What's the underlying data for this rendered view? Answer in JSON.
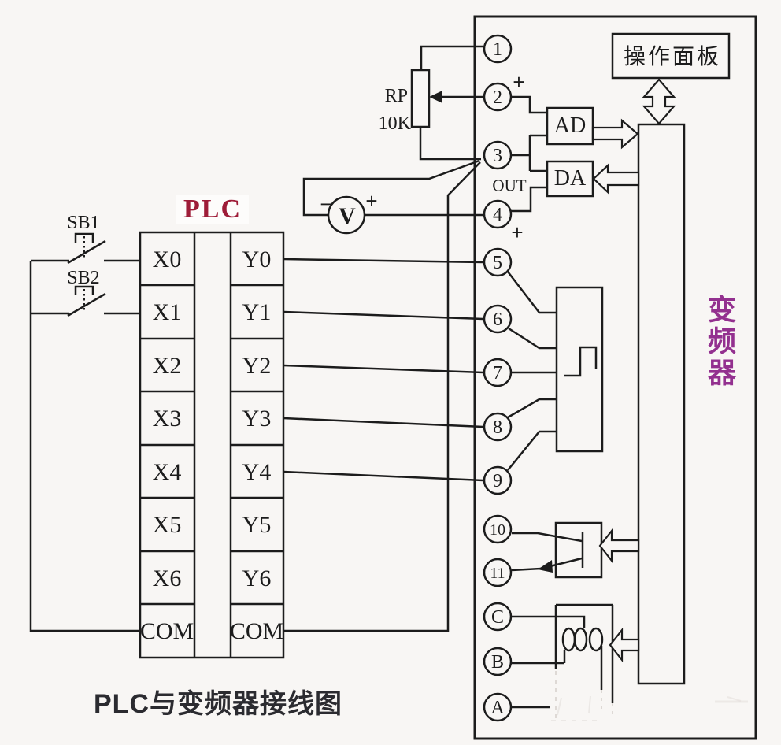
{
  "title": "PLC与变频器接线图",
  "plc": {
    "label": "PLC",
    "left_terminals": [
      "X0",
      "X1",
      "X2",
      "X3",
      "X4",
      "X5",
      "X6",
      "COM"
    ],
    "right_terminals": [
      "Y0",
      "Y1",
      "Y2",
      "Y3",
      "Y4",
      "Y5",
      "Y6",
      "COM"
    ]
  },
  "buttons": {
    "sb1": "SB1",
    "sb2": "SB2"
  },
  "potentiometer": {
    "name": "RP",
    "value": "10K"
  },
  "voltmeter": {
    "label": "V",
    "minus": "−",
    "plus": "+"
  },
  "converters": {
    "ad": "AD",
    "da": "DA"
  },
  "signals": {
    "out": "OUT",
    "t2_plus": "+",
    "t4_plus": "+"
  },
  "inverter": {
    "label": "变频器",
    "panel": "操作面板",
    "terminals": [
      "1",
      "2",
      "3",
      "4",
      "5",
      "6",
      "7",
      "8",
      "9",
      "10",
      "11",
      "C",
      "B",
      "A"
    ]
  },
  "colors": {
    "line": "#1c1c1c",
    "plc_label": "#9e1c38",
    "inverter_label": "#93308f",
    "title": "#2b2b30",
    "background": "#f8f6f4"
  }
}
